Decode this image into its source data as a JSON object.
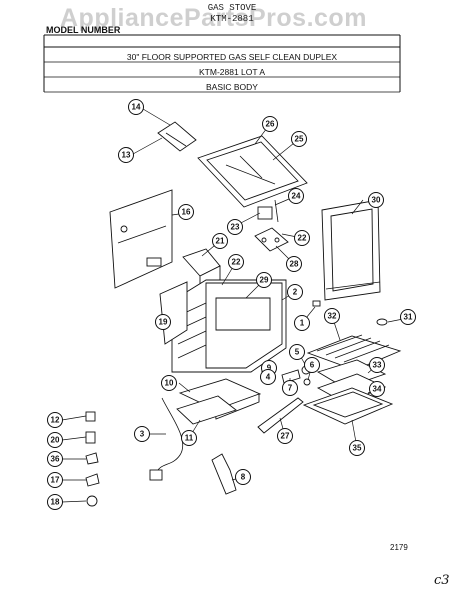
{
  "header": {
    "watermark": "AppliancePartsPros.com",
    "title_line1": "GAS STOVE",
    "title_line2": "KTM-2881",
    "model_label": "MODEL NUMBER",
    "description": "30\" FLOOR SUPPORTED GAS SELF CLEAN DUPLEX",
    "lot": "KTM-2881 LOT A",
    "section": "BASIC BODY"
  },
  "footer": {
    "page_number": "2179",
    "handwritten": "c3"
  },
  "callouts": [
    "1",
    "2",
    "3",
    "4",
    "5",
    "6",
    "7",
    "8",
    "9",
    "10",
    "11",
    "12",
    "13",
    "14",
    "16",
    "17",
    "18",
    "19",
    "20",
    "21",
    "22",
    "22",
    "23",
    "24",
    "25",
    "26",
    "27",
    "28",
    "29",
    "30",
    "31",
    "32",
    "33",
    "34",
    "35",
    "36"
  ]
}
